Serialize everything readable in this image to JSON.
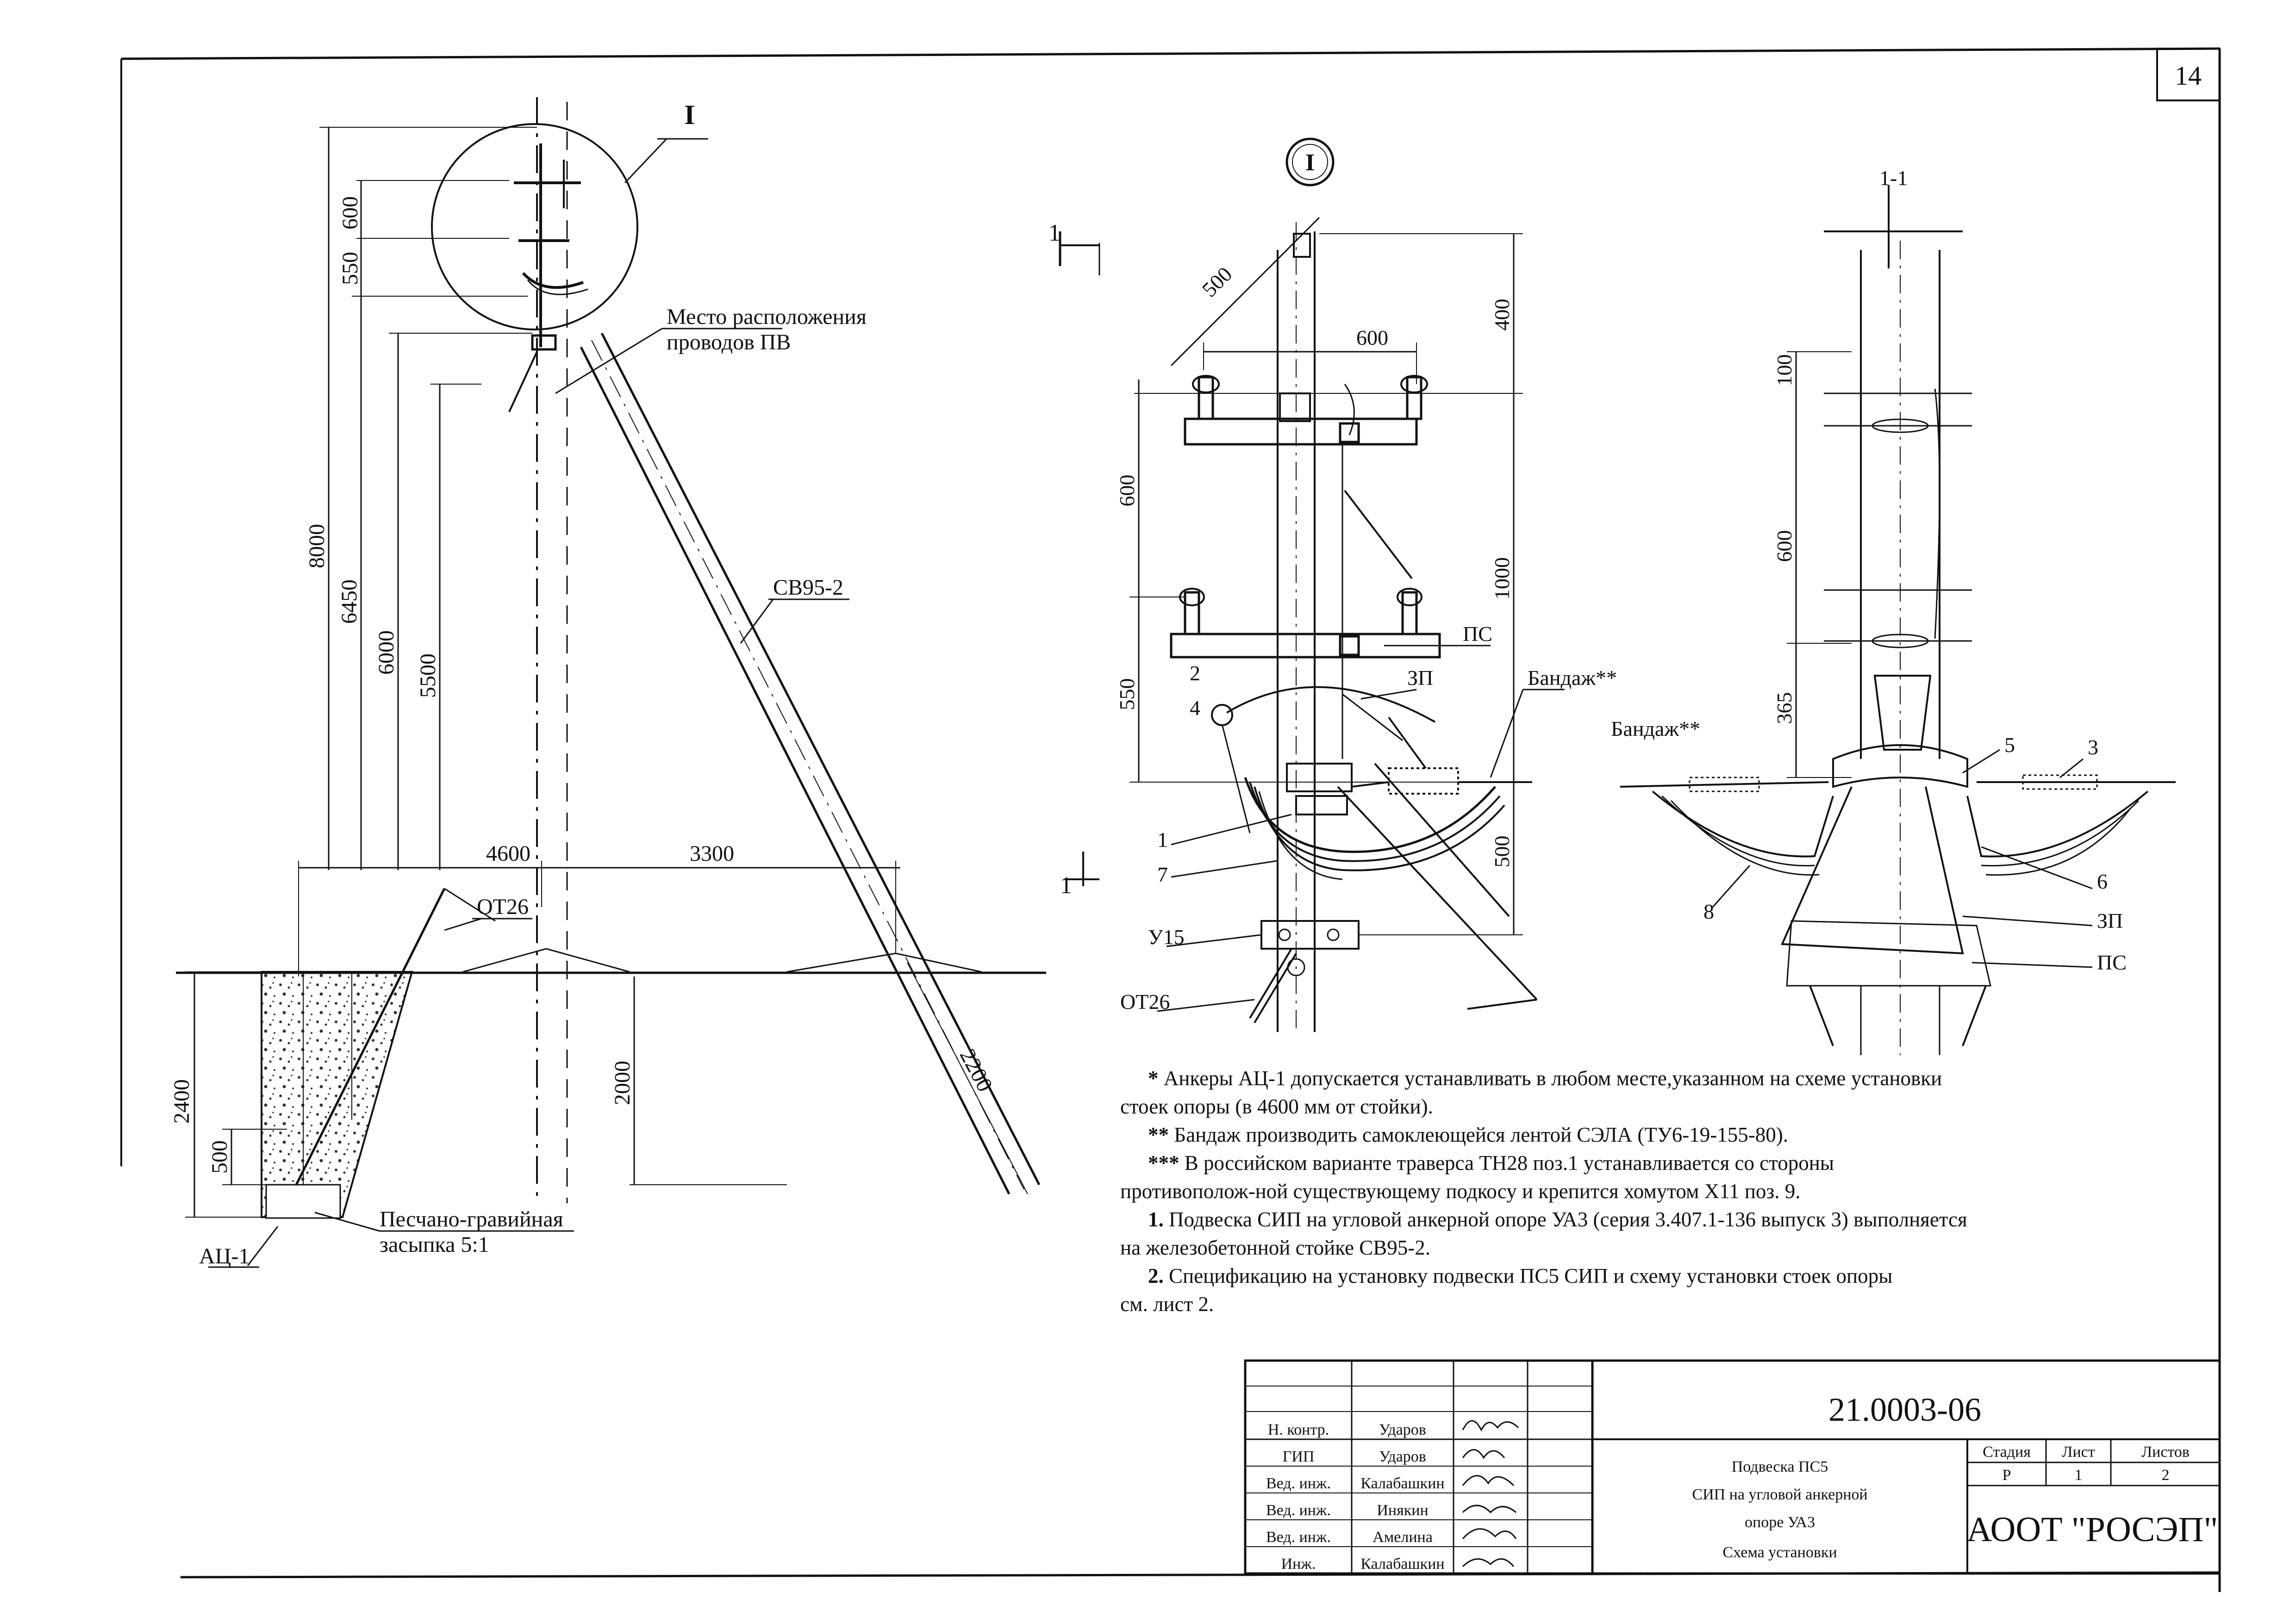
{
  "sheet_number": "14",
  "left_view": {
    "detail_marker": "I",
    "dim_labels": {
      "d600": "600",
      "d550": "550",
      "d8000": "8000",
      "d6450": "6450",
      "d6000": "6000",
      "d5500": "5500",
      "d4600": "4600",
      "d3300": "3300",
      "d2400": "2400",
      "d500": "500",
      "d2000": "2000",
      "d2200": "2200"
    },
    "callout_wires_line1": "Место расположения",
    "callout_wires_line2": "проводов ПВ",
    "strut_label": "СВ95-2",
    "anchor_plate_label": "ОТ26",
    "anchor_label": "АЦ-1",
    "backfill_line1": "Песчано-гравийная",
    "backfill_line2": "засыпка 5:1"
  },
  "detail_view": {
    "marker": "I",
    "section_mark": "1",
    "dim_labels": {
      "d500a": "500",
      "d400": "400",
      "d600h": "600",
      "d600v": "600",
      "d1000": "1000",
      "d550": "550",
      "d500b": "500"
    },
    "labels": {
      "ps": "ПС",
      "zp": "ЗП",
      "bandage": "Бандаж**",
      "n2": "2",
      "n4": "4",
      "n1": "1",
      "n7": "7",
      "u15": "У15",
      "ot26": "ОТ26"
    }
  },
  "section_view": {
    "title": "1-1",
    "dim_labels": {
      "d100": "100",
      "d600": "600",
      "d365": "365"
    },
    "labels": {
      "bandage": "Бандаж**",
      "n5": "5",
      "n3": "3",
      "n6": "6",
      "zp": "ЗП",
      "ps": "ПС",
      "n8": "8"
    }
  },
  "notes": {
    "n1_mark": "* ",
    "n1": "Анкеры АЦ-1 допускается устанавливать в любом месте,указанном на схеме установки",
    "n1b": "стоек опоры (в 4600 мм от стойки).",
    "n2_mark": "** ",
    "n2": "Бандаж производить самоклеющейся лентой СЭЛА (ТУ6-19-155-80).",
    "n3_mark": "*** ",
    "n3": "В российском варианте траверса ТН28 поз.1 устанавливается со стороны",
    "n3b": "противополож-ной существующему подкосу и крепится хомутом Х11 поз. 9.",
    "n4_mark": "1. ",
    "n4": "Подвеска СИП на угловой анкерной опоре УА3 (серия 3.407.1-136 выпуск 3) выполняется",
    "n4b": "на железобетонной стойке СВ95-2.",
    "n5_mark": "2. ",
    "n5": "Спецификацию на установку подвески ПС5 СИП и схему установки стоек опоры",
    "n5b": "см. лист 2."
  },
  "title_block": {
    "doc_code": "21.0003-06",
    "staff": [
      {
        "role": "Н. контр.",
        "name": "Ударов"
      },
      {
        "role": "ГИП",
        "name": "Ударов"
      },
      {
        "role": "Вед. инж.",
        "name": "Калабашкин"
      },
      {
        "role": "Вед. инж.",
        "name": "Инякин"
      },
      {
        "role": "Вед. инж.",
        "name": "Амелина"
      },
      {
        "role": "Инж.",
        "name": "Калабашкин"
      }
    ],
    "title_lines": [
      "Подвеска ПС5",
      "СИП на угловой анкерной",
      "опоре УА3",
      "Схема установки"
    ],
    "stage_header": "Стадия",
    "sheet_header": "Лист",
    "sheets_header": "Листов",
    "stage": "Р",
    "sheet": "1",
    "sheets": "2",
    "organization": "АООТ \"РОСЭП\""
  }
}
